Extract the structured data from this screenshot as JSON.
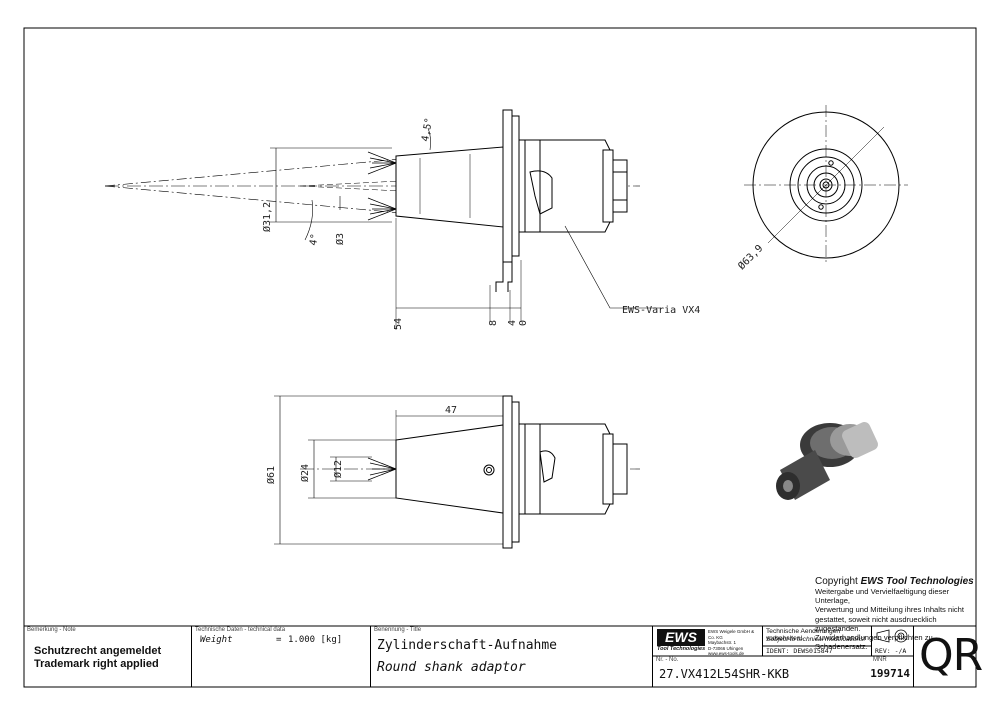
{
  "drawing": {
    "dimensions": {
      "angle_45": "4,5°",
      "d312": "Ø31,2",
      "angle_4": "4°",
      "d3": "Ø3",
      "length_54": "54",
      "length_8": "8",
      "length_4": "4",
      "length_0": "0",
      "d639": "Ø63,9",
      "length_47": "47",
      "d61": "Ø61",
      "d24": "Ø24",
      "d12": "Ø12"
    },
    "callout": "EWS-Varia VX4"
  },
  "copyright": {
    "prefix": "Copyright",
    "brand": "EWS Tool Technologies",
    "lines": [
      "Weitergabe und Vervielfaeltigung dieser Unterlage,",
      "Verwertung und Mitteilung ihres Inhalts nicht",
      "gestattet, soweit nicht ausdruecklich zugestanden.",
      "Zuwiderhandlungen verpflichten zu Schadenersatz."
    ]
  },
  "title_block": {
    "remark_caption": "Bemerkung - Note",
    "remark_line1": "Schutzrecht angemeldet",
    "remark_line2": "Trademark right applied",
    "tech_caption": "Technische Daten - technical data",
    "weight_label": "Weight",
    "weight_eq": "=",
    "weight_value": "1.000 [kg]",
    "name_caption": "Benennung - Title",
    "title_de": "Zylinderschaft-Aufnahme",
    "title_en": "Round shank adaptor",
    "logo_text": "EWS",
    "logo_sub": "Tool Technologies",
    "company_address": [
      "EWS Weigele GmbH & Co. KG",
      "Maybachstr. 1",
      "D-73066 Uhingen",
      "www.ews-tools.de"
    ],
    "changes_de": "Technische Aenderungen vorbehalten!",
    "changes_en": "Subject to technical modifications!",
    "ident_label": "IDENT:",
    "ident_value": "DEWS015847",
    "rev_label": "REV:",
    "rev_value": "-/A",
    "nr_caption": "Nr. - No.",
    "part_number": "27.VX412L54SHR-KKB",
    "mnr_caption": "MNR",
    "mnr_value": "199714",
    "qr_text": "QR"
  }
}
